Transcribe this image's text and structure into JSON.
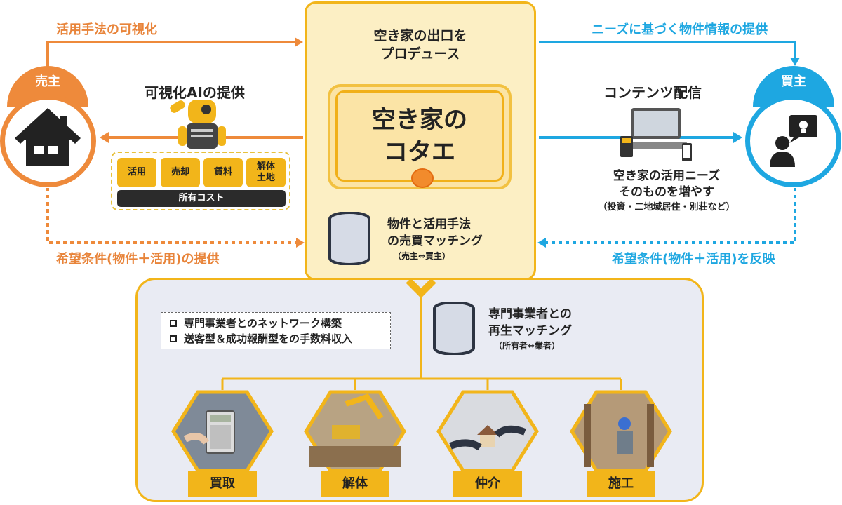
{
  "top_left_label": "活用手法の可視化",
  "top_right_label": "ニーズに基づく物件情報の提供",
  "center": {
    "intro_line1": "空き家の出口を",
    "intro_line2": "プロデュース",
    "brand_line1": "空き家の",
    "brand_line2": "コタエ",
    "matching_line1": "物件と活用手法",
    "matching_line2": "の売買マッチング",
    "matching_sub": "（売主⇔買主）"
  },
  "seller": {
    "tab": "売主",
    "icon": "house-icon",
    "color": "#ee8a3b"
  },
  "buyer": {
    "tab": "買主",
    "icon": "person-idea-icon",
    "color": "#1ea7e1"
  },
  "ai": {
    "heading": "可視化AIの提供",
    "items": [
      "活用",
      "売却",
      "賃料",
      "解体\n土地"
    ],
    "cost_bar": "所有コスト"
  },
  "content": {
    "heading": "コンテンツ配信",
    "line1": "空き家の活用ニーズ",
    "line2": "そのものを増やす",
    "examples": "（投資・二地域居住・別荘など）"
  },
  "bottom_left_label": "希望条件(物件＋活用)の提供",
  "bottom_right_label": "希望条件(物件＋活用)を反映",
  "revenue_list": [
    "専門事業者とのネットワーク構築",
    "送客型＆成功報酬型をの手数料収入"
  ],
  "regen": {
    "line1": "専門事業者との",
    "line2": "再生マッチング",
    "sub": "（所有者⇔業者）"
  },
  "services": [
    {
      "label": "買取",
      "icon": "calculator-icon"
    },
    {
      "label": "解体",
      "icon": "excavator-icon"
    },
    {
      "label": "仲介",
      "icon": "handshake-house-icon"
    },
    {
      "label": "施工",
      "icon": "construction-worker-icon"
    }
  ],
  "colors": {
    "orange": "#ee8a3b",
    "blue": "#1ea7e1",
    "yellow": "#f2b51a",
    "cream": "#fcefc4",
    "grey_panel": "#e9ebf3"
  }
}
